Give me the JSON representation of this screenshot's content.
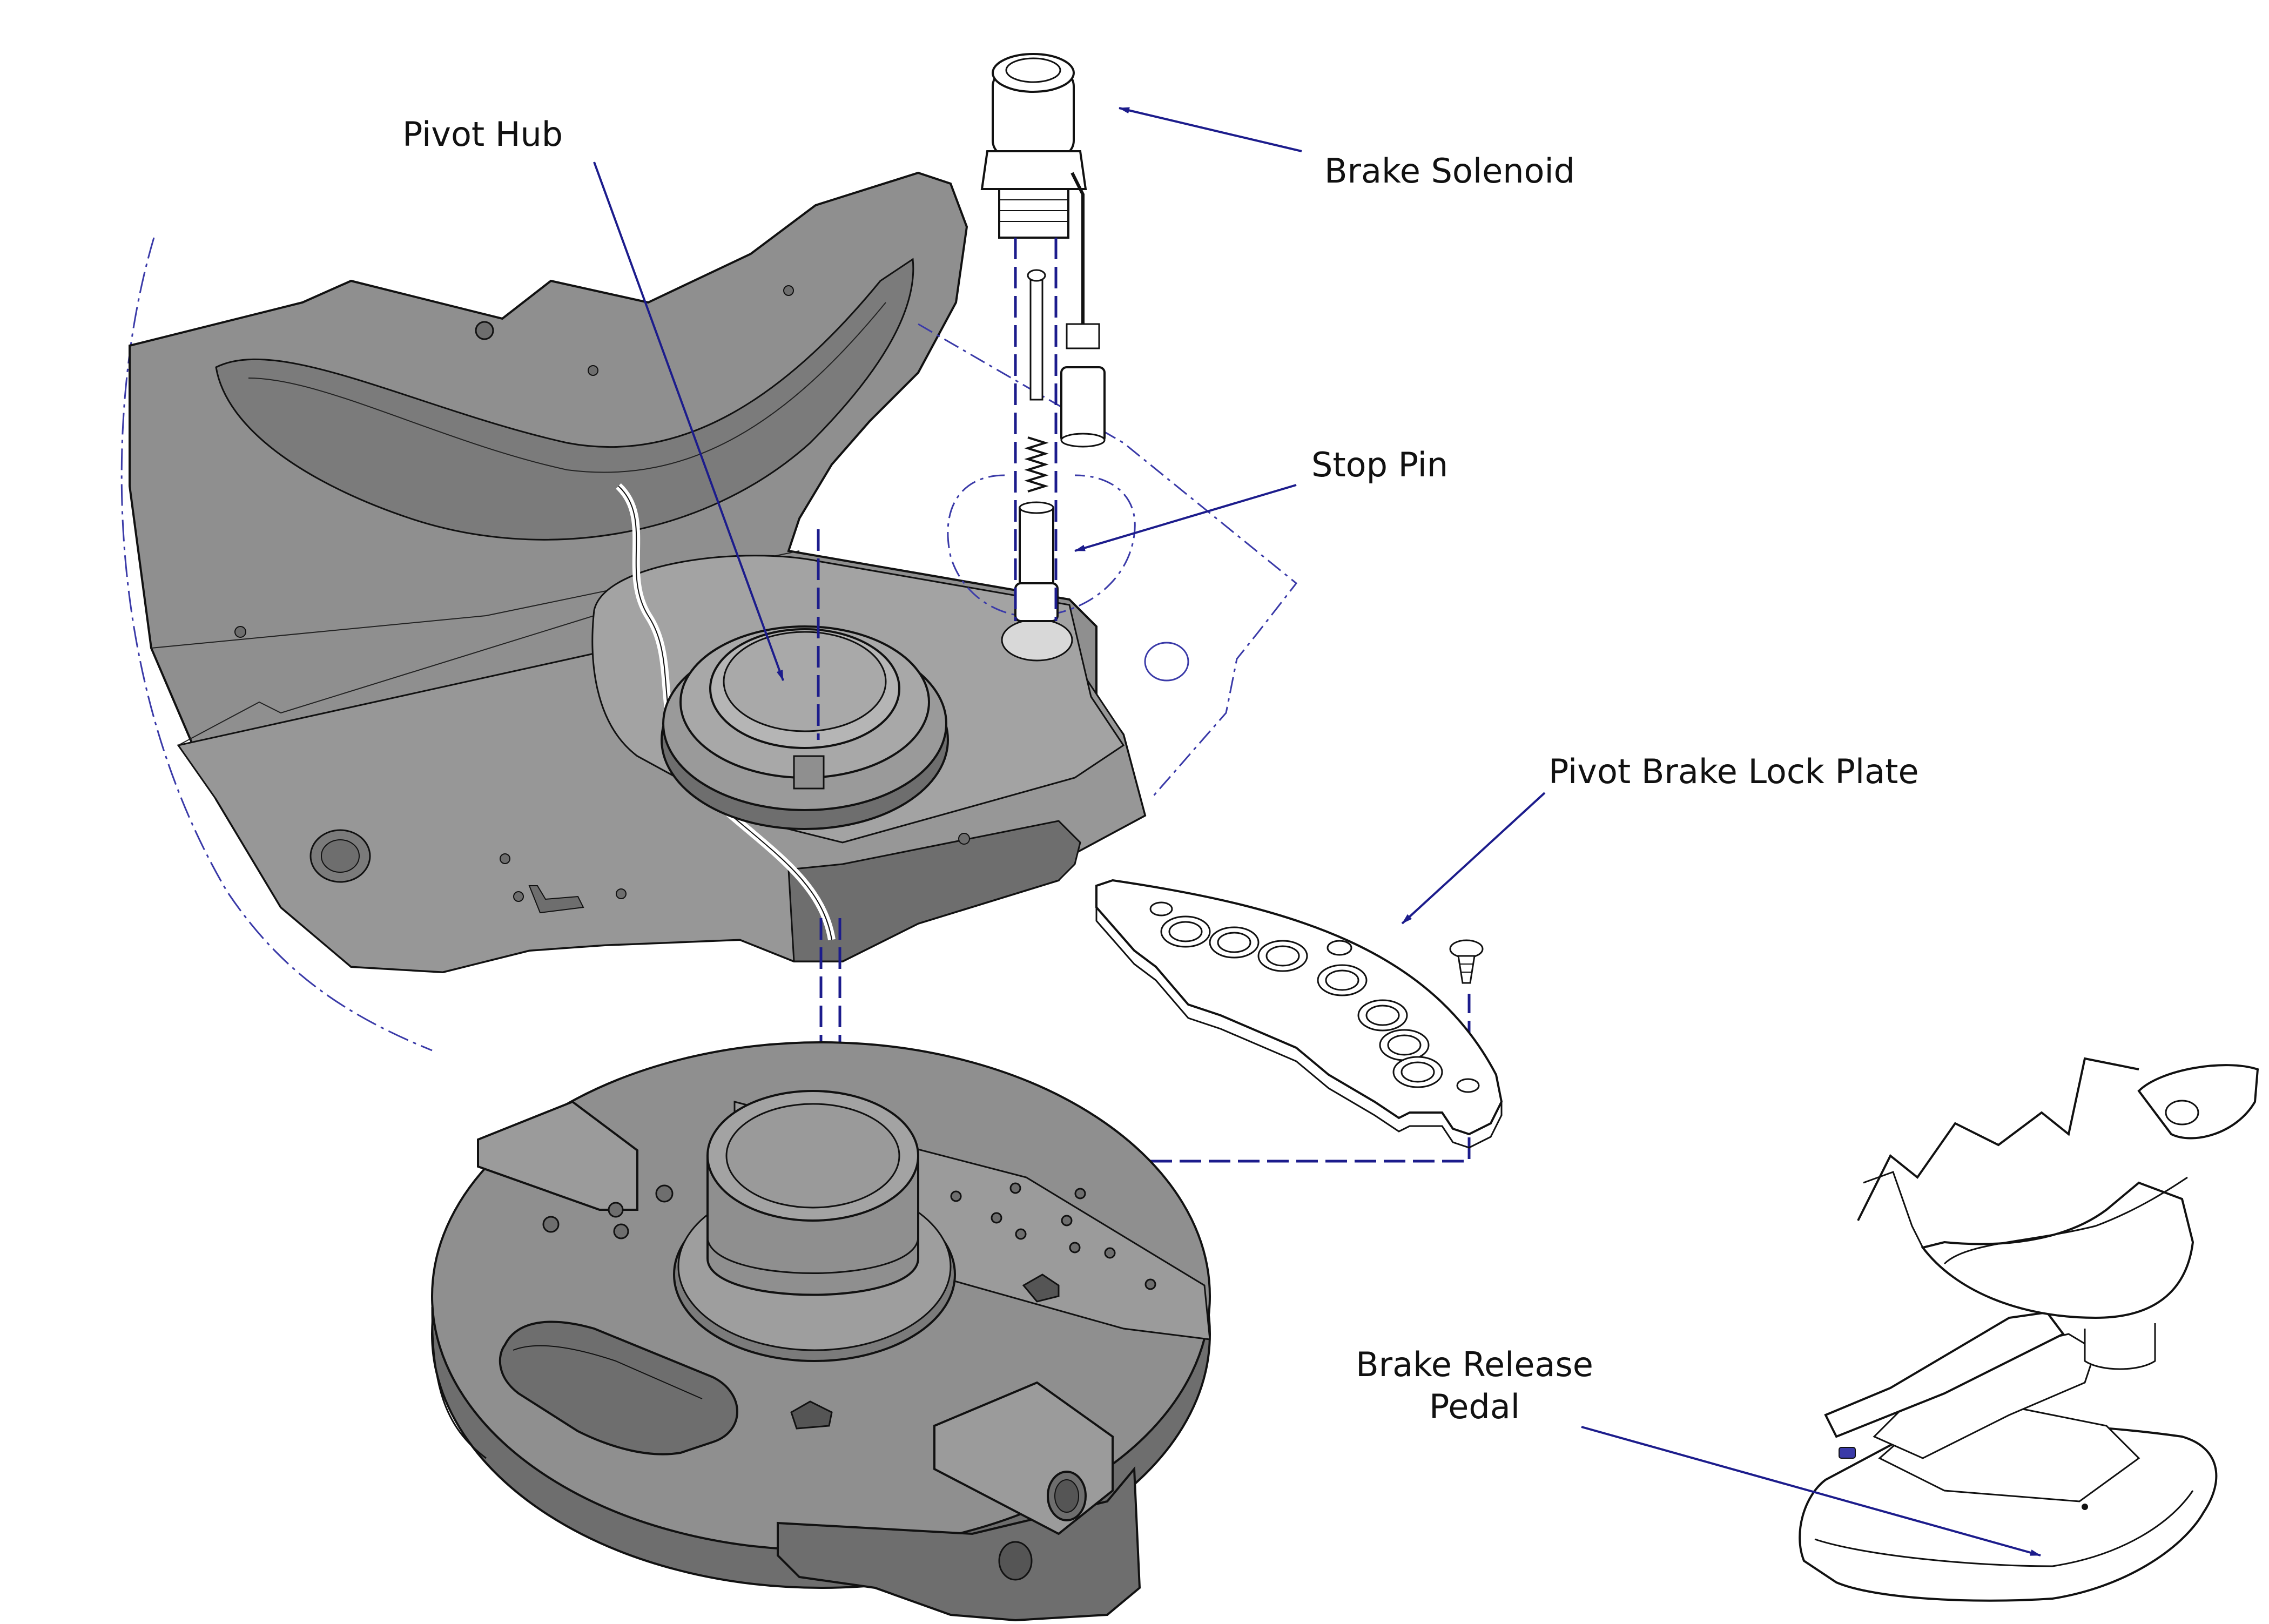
{
  "figure": {
    "labels": {
      "pivot_hub": "Pivot Hub",
      "brake_solenoid": "Brake Solenoid",
      "stop_pin": "Stop Pin",
      "pivot_brake_lock_plate": "Pivot Brake Lock Plate",
      "brake_release_pedal_line1": "Brake Release",
      "brake_release_pedal_line2": "Pedal"
    },
    "colors": {
      "part_fill": "#8f8f8f",
      "part_fill_dark": "#6e6e6e",
      "part_fill_light": "#b5b5b5",
      "outline": "#111111",
      "leader": "#1c1c8c",
      "detail_boundary": "#3a3aa8",
      "background": "#ffffff"
    }
  }
}
